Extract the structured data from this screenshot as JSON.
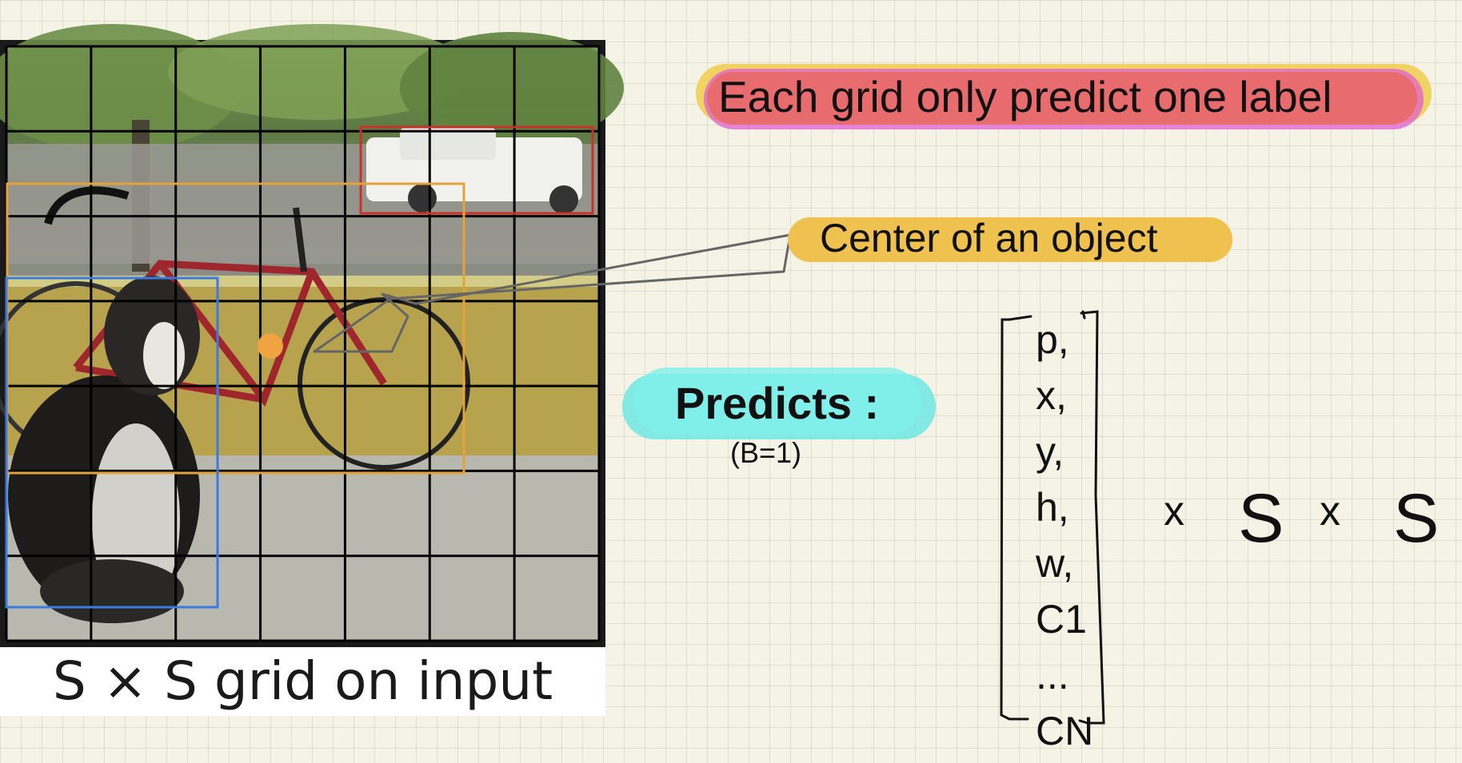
{
  "title_note": "Each grid only predict one label",
  "center_note": "Center of an object",
  "predicts": {
    "label": "Predicts :",
    "sub": "(B=1)"
  },
  "photo": {
    "caption": "S × S grid on input",
    "grid_cells": 7,
    "boxes": [
      {
        "color": "#c9312b"
      },
      {
        "color": "#e4a239"
      },
      {
        "color": "#3b7be0"
      }
    ],
    "center_dot_color": "#f0a441"
  },
  "vector": {
    "items": [
      "p,",
      "x,",
      "y,",
      "h,",
      "w,",
      "C1",
      "...",
      "CN"
    ]
  },
  "dims": {
    "times_1": "x",
    "s_1": "S",
    "times_2": "x",
    "s_2": "S"
  },
  "colors": {
    "title_highlight_red": "#e86a6a",
    "title_highlight_yellow": "#f1cf54",
    "title_highlight_pink": "#e05fd0",
    "center_highlight": "#efc24f",
    "predicts_highlight": "#6ee8e2"
  }
}
